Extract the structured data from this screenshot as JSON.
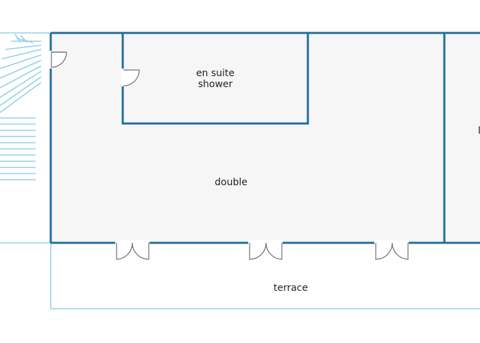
{
  "floorplan": {
    "rooms": {
      "en_suite": {
        "line1": "en suite",
        "line2": "shower"
      },
      "double": {
        "label": "double"
      },
      "terrace": {
        "label": "terrace"
      },
      "right_room": {
        "label": "l"
      }
    },
    "colors": {
      "wall": "#1f6e9c",
      "outline_light": "#8fd0ea",
      "room_fill": "#f6f6f6",
      "door_stroke": "#6e6e6e",
      "text": "#222222"
    }
  }
}
